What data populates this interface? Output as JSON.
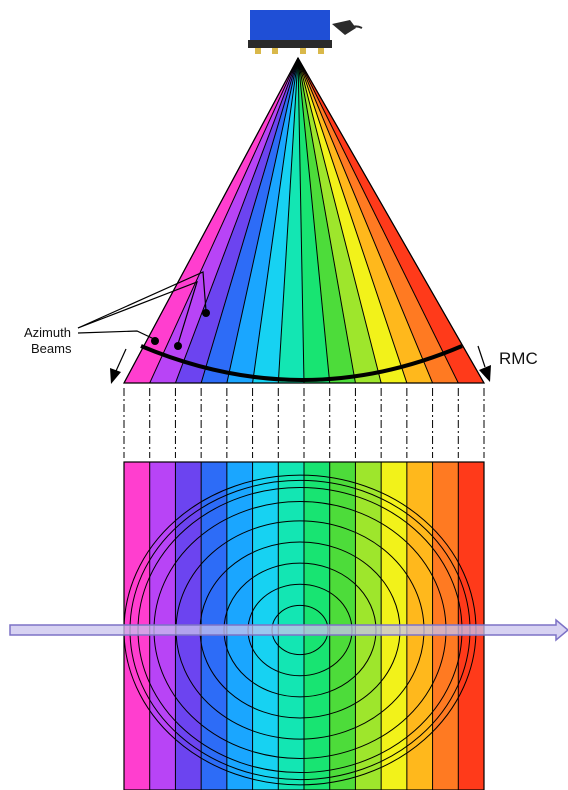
{
  "labels": {
    "azimuth_line1": "Azimuth",
    "azimuth_line2": "Beams",
    "rmc": "RMC"
  },
  "beams": {
    "colors": [
      "#ff3ecf",
      "#b844f6",
      "#6c44f0",
      "#2d6cf7",
      "#1aa6ff",
      "#17d2f2",
      "#13e6b3",
      "#18e472",
      "#4ddc3a",
      "#9ee62c",
      "#f2f21a",
      "#ffb81c",
      "#ff7a22",
      "#ff3a1a"
    ]
  },
  "style": {
    "line_color": "#000000",
    "track_arrow_fill": "#c9c3ee",
    "track_arrow_stroke": "#7d72c6",
    "satellite_body": "#1f4fd6",
    "satellite_panel": "#2a2a2a",
    "satellite_gold": "#d9b84a"
  }
}
